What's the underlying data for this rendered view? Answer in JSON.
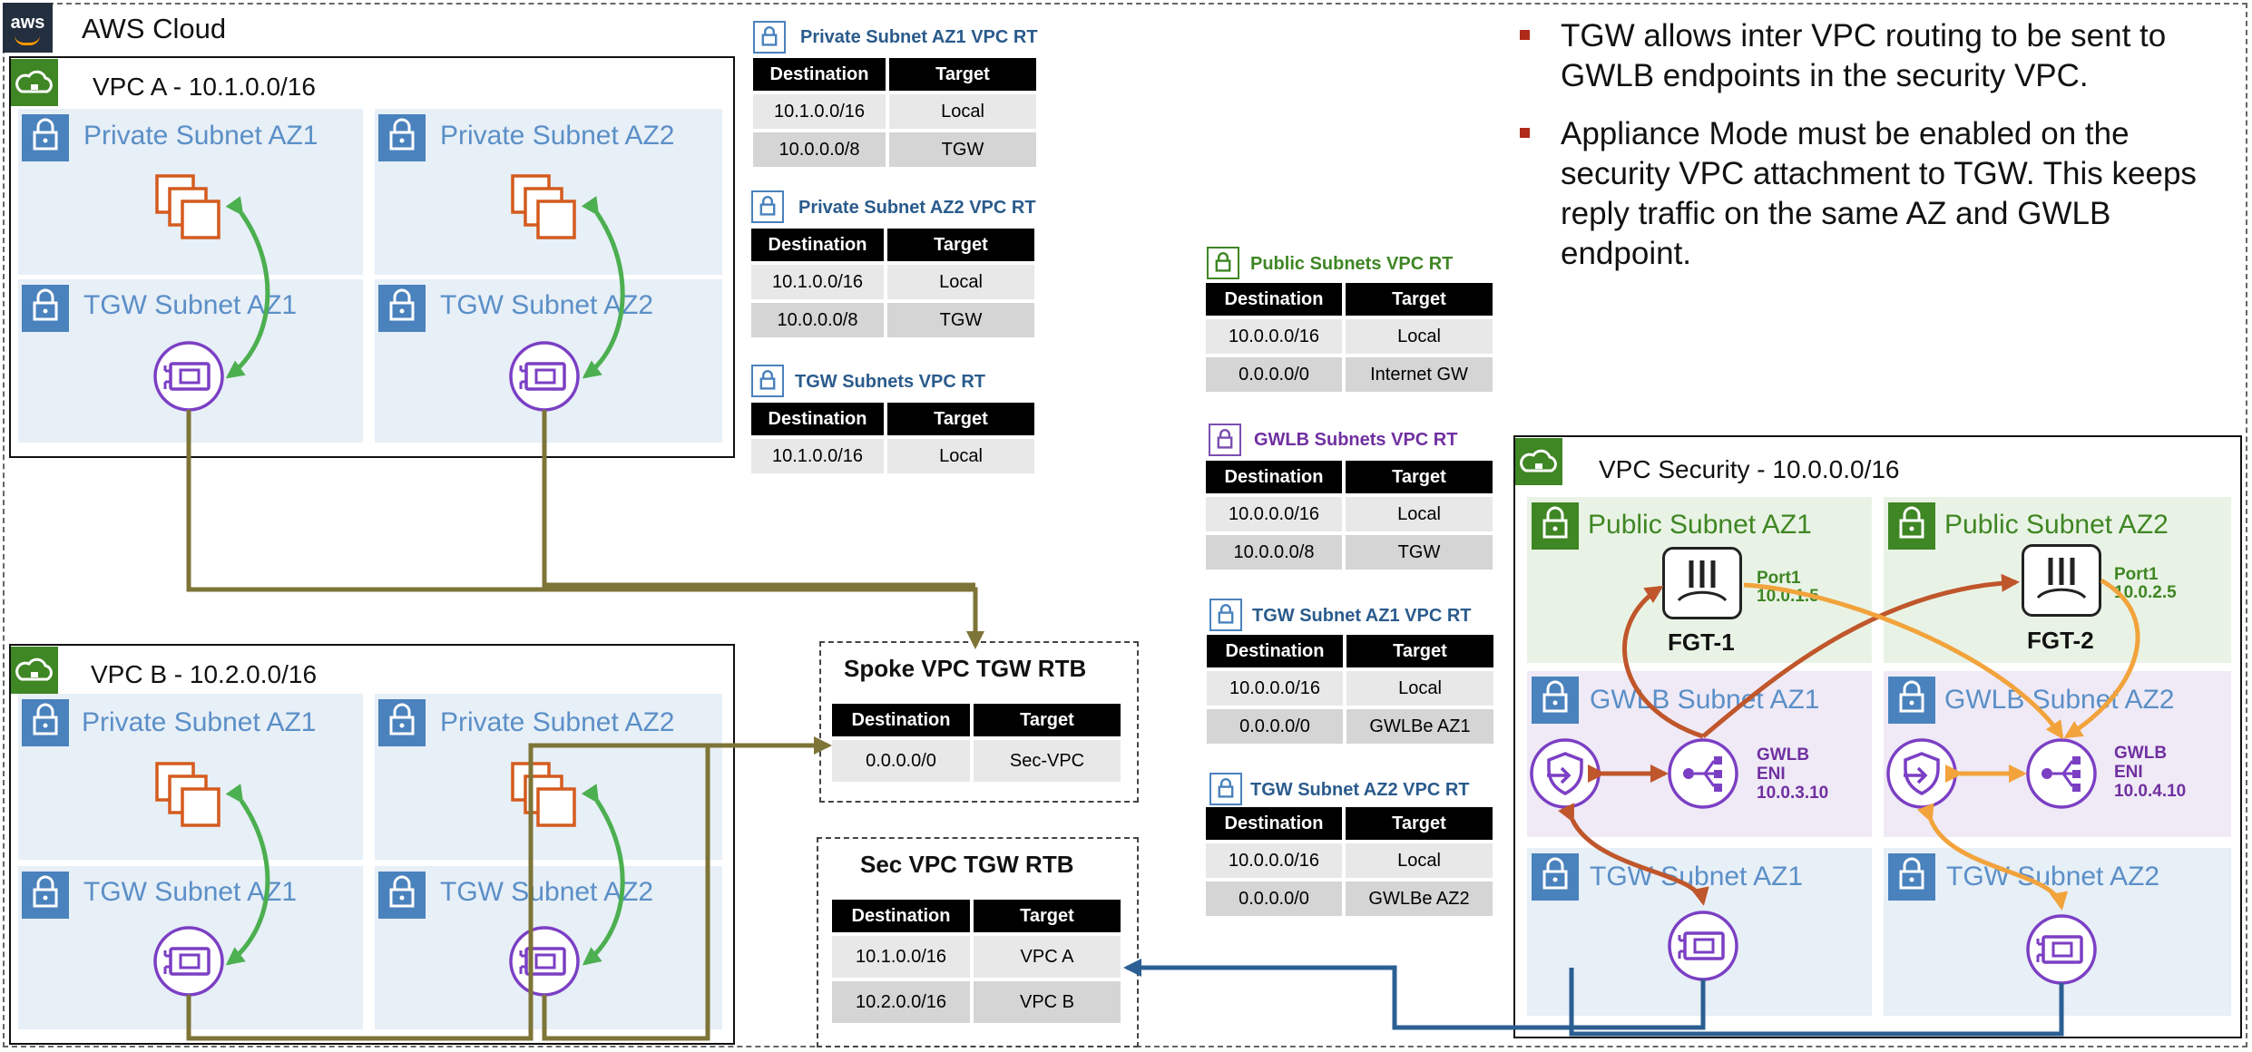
{
  "aws_cloud": {
    "title": "AWS Cloud",
    "logo_text": "aws"
  },
  "vpc_a": {
    "title": "VPC  A - 10.1.0.0/16",
    "private_az1": "Private Subnet AZ1",
    "private_az2": "Private Subnet AZ2",
    "tgw_az1": "TGW Subnet AZ1",
    "tgw_az2": "TGW Subnet AZ2"
  },
  "vpc_b": {
    "title": "VPC  B - 10.2.0.0/16",
    "private_az1": "Private Subnet AZ1",
    "private_az2": "Private Subnet AZ2",
    "tgw_az1": "TGW Subnet AZ1",
    "tgw_az2": "TGW Subnet AZ2"
  },
  "vpc_security": {
    "title": "VPC Security - 10.0.0.0/16",
    "public_az1": "Public Subnet AZ1",
    "public_az2": "Public Subnet AZ2",
    "gwlb_az1": "GWLB Subnet AZ1",
    "gwlb_az2": "GWLB Subnet AZ2",
    "tgw_az1": "TGW Subnet AZ1",
    "tgw_az2": "TGW Subnet AZ2",
    "fgt1": {
      "name": "FGT-1",
      "port": "Port1",
      "ip": "10.0.1.5"
    },
    "fgt2": {
      "name": "FGT-2",
      "port": "Port1",
      "ip": "10.0.2.5"
    },
    "eni1": {
      "line1": "GWLB",
      "line2": "ENI",
      "line3": "10.0.3.10"
    },
    "eni2": {
      "line1": "GWLB",
      "line2": "ENI",
      "line3": "10.0.4.10"
    }
  },
  "route_tables": {
    "headers": {
      "destination": "Destination",
      "target": "Target"
    },
    "private_az1": {
      "title": "Private Subnet AZ1 VPC RT",
      "rows": [
        [
          "10.1.0.0/16",
          "Local"
        ],
        [
          "10.0.0.0/8",
          "TGW"
        ]
      ]
    },
    "private_az2": {
      "title": "Private Subnet AZ2 VPC RT",
      "rows": [
        [
          "10.1.0.0/16",
          "Local"
        ],
        [
          "10.0.0.0/8",
          "TGW"
        ]
      ]
    },
    "tgw_subnets": {
      "title": "TGW Subnets VPC RT",
      "rows": [
        [
          "10.1.0.0/16",
          "Local"
        ]
      ]
    },
    "public_subnets": {
      "title": "Public Subnets VPC RT",
      "rows": [
        [
          "10.0.0.0/16",
          "Local"
        ],
        [
          "0.0.0.0/0",
          "Internet GW"
        ]
      ]
    },
    "gwlb_subnets": {
      "title": "GWLB Subnets VPC RT",
      "rows": [
        [
          "10.0.0.0/16",
          "Local"
        ],
        [
          "10.0.0.0/8",
          "TGW"
        ]
      ]
    },
    "tgw_subnet_az1": {
      "title": "TGW Subnet AZ1 VPC RT",
      "rows": [
        [
          "10.0.0.0/16",
          "Local"
        ],
        [
          "0.0.0.0/0",
          "GWLBe AZ1"
        ]
      ]
    },
    "tgw_subnet_az2": {
      "title": "TGW Subnet AZ2 VPC RT",
      "rows": [
        [
          "10.0.0.0/16",
          "Local"
        ],
        [
          "0.0.0.0/0",
          "GWLBe AZ2"
        ]
      ]
    }
  },
  "tgw_rtbs": {
    "spoke": {
      "title": "Spoke VPC TGW RTB",
      "rows": [
        [
          "0.0.0.0/0",
          "Sec-VPC"
        ]
      ]
    },
    "sec": {
      "title": "Sec VPC TGW RTB",
      "rows": [
        [
          "10.1.0.0/16",
          "VPC A"
        ],
        [
          "10.2.0.0/16",
          "VPC B"
        ]
      ]
    }
  },
  "notes": [
    "TGW allows inter VPC routing to be sent to GWLB endpoints in the security VPC.",
    "Appliance Mode must be enabled on the security VPC attachment to TGW.  This keeps reply traffic on the same AZ and GWLB endpoint."
  ],
  "colors": {
    "subnet_blue": "#e7eff7",
    "subnet_green": "#e9f3e5",
    "subnet_purple": "#efeaf6",
    "lock_blue": "#4a82bd",
    "vpc_green": "#3f8624",
    "eni_purple": "#7b3fc4",
    "tgw_olive": "#7d7437",
    "sec_blue": "#2b5f93",
    "return_orange": "#c0562b",
    "fwd_orange": "#f2a33c",
    "instance_orange": "#d45b1e",
    "arrow_green": "#4caf50"
  }
}
